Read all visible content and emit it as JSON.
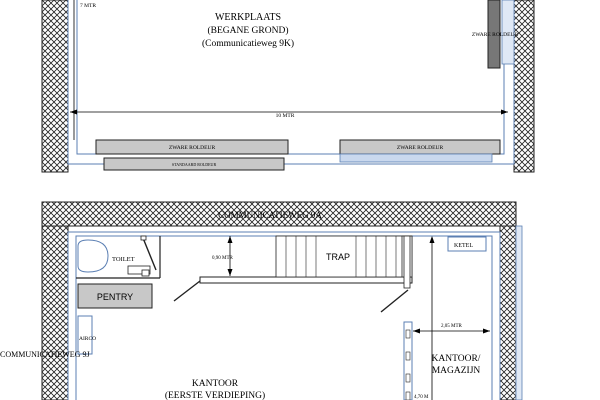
{
  "ground_floor": {
    "title": "WERKPLAATS",
    "subtitle": "(BEGANE GROND)",
    "address": "(Communicatieweg 9K)",
    "dim_vertical": "7 MTR",
    "dim_horizontal": "10 MTR",
    "door_right": "ZWARE ROLDEUR",
    "door_bottom_left": "ZWARE ROLDEUR",
    "door_bottom_right": "ZWARE ROLDEUR",
    "door_standard": "STANDAARD ROLDEUR"
  },
  "first_floor": {
    "street_top": "COMMUNICATIEWEG 9A",
    "street_left": "COMMUNICATIEWEG 9J",
    "toilet": "TOILET",
    "pantry": "PENTRY",
    "airco": "AIRCO",
    "stairs": "TRAP",
    "dim_090": "0,90 MTR",
    "ketel": "KETEL",
    "dim_205": "2,05 MTR",
    "dim_470": "4,70 M",
    "office_storage_1": "KANTOOR/",
    "office_storage_2": "MAGAZIJN",
    "office_1": "KANTOOR",
    "office_2": "(EERSTE VERDIEPING)"
  },
  "colors": {
    "wall_line": "#5b7fb3",
    "hatch": "#000000",
    "door_fill": "#c8c8c8",
    "door_fill_blue": "#c9d8ee",
    "pantry_fill": "#c8c8c8"
  }
}
